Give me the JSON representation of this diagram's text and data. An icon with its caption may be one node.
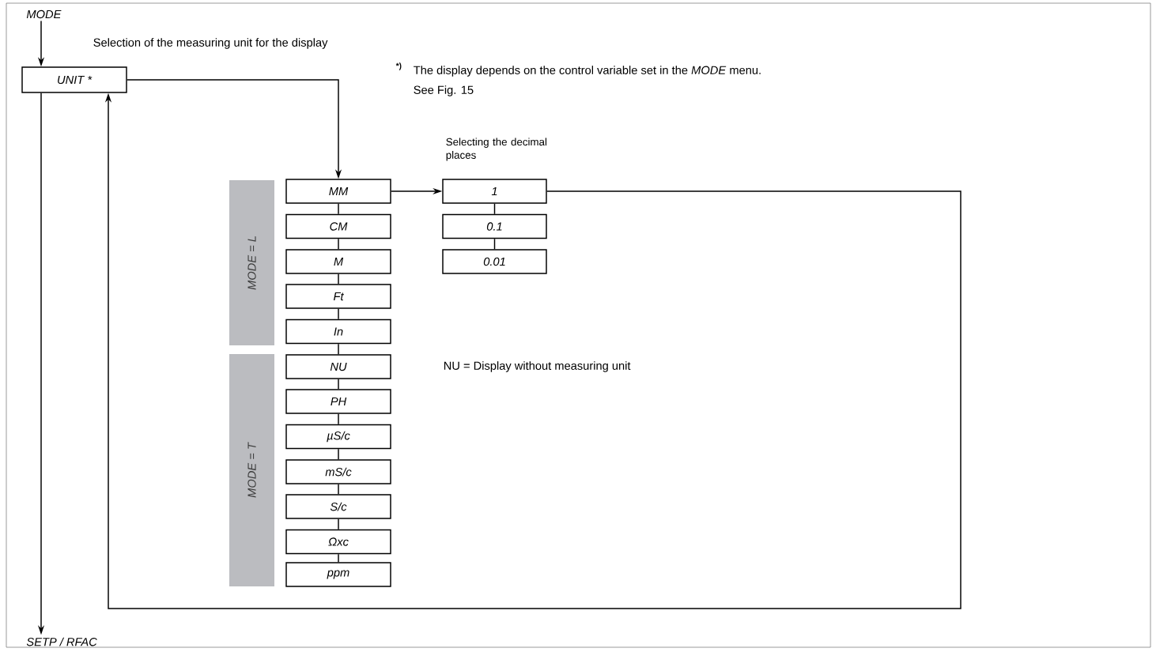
{
  "diagram": {
    "nodes": [
      {
        "text": [
          "MODE"
        ]
      },
      {
        "text": [
          "UNIT *"
        ]
      },
      {
        "text": [
          "SETP / RFAC"
        ]
      },
      {
        "text": [
          "MM"
        ]
      },
      {
        "text": [
          "CM"
        ]
      },
      {
        "text": [
          "M"
        ]
      },
      {
        "text": [
          "Ft"
        ]
      },
      {
        "text": [
          "In"
        ]
      },
      {
        "text": [
          "NU"
        ]
      },
      {
        "text": [
          "PH"
        ]
      },
      {
        "text": [
          "µS/c"
        ]
      },
      {
        "text": [
          "mS/c"
        ]
      },
      {
        "text": [
          "S/c"
        ]
      },
      {
        "text": [
          "Ωxc"
        ]
      },
      {
        "text": [
          "ppm"
        ]
      },
      {
        "text": [
          "1"
        ]
      },
      {
        "text": [
          "0.1"
        ]
      },
      {
        "text": [
          "0.01"
        ]
      },
      {
        "text": [
          "MODE = L"
        ]
      },
      {
        "text": [
          "MODE = T"
        ]
      }
    ],
    "edges": [
      {
        "from": 0,
        "to": 1,
        "arrow": "to"
      },
      {
        "from": 1,
        "to": 2,
        "arrow": "to"
      },
      {
        "from": 1,
        "to": 3,
        "arrow": "to"
      },
      {
        "from": 3,
        "to": 15,
        "arrow": "to"
      },
      {
        "from": 15,
        "to": 1,
        "arrow": "to"
      },
      {
        "from": 3,
        "to": 4,
        "arrow": "none"
      },
      {
        "from": 4,
        "to": 5,
        "arrow": "none"
      },
      {
        "from": 5,
        "to": 6,
        "arrow": "none"
      },
      {
        "from": 6,
        "to": 7,
        "arrow": "none"
      },
      {
        "from": 7,
        "to": 8,
        "arrow": "none"
      },
      {
        "from": 8,
        "to": 9,
        "arrow": "none"
      },
      {
        "from": 9,
        "to": 10,
        "arrow": "none"
      },
      {
        "from": 10,
        "to": 11,
        "arrow": "none"
      },
      {
        "from": 11,
        "to": 12,
        "arrow": "none"
      },
      {
        "from": 12,
        "to": 13,
        "arrow": "none"
      },
      {
        "from": 13,
        "to": 14,
        "arrow": "none"
      },
      {
        "from": 15,
        "to": 16,
        "arrow": "none"
      },
      {
        "from": 16,
        "to": 17,
        "arrow": "none"
      }
    ],
    "labels": [
      "Selection of the measuring unit for the display",
      "*)",
      "The display depends on the control variable set in the *MODE* menu.",
      "See Fig. 15",
      "Selecting the decimal places",
      "NU = Display without measuring unit"
    ]
  }
}
